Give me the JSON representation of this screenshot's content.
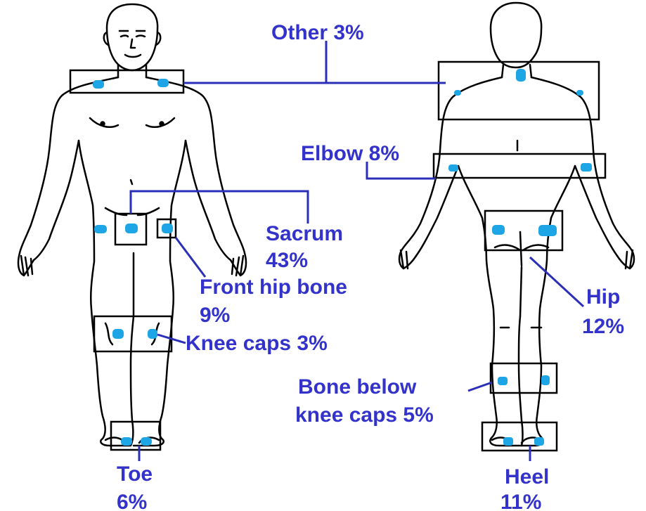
{
  "labels": {
    "other": "Other 3%",
    "elbow": "Elbow 8%",
    "sacrum_line1": "Sacrum",
    "sacrum_line2": "43%",
    "front_hip_line1": "Front hip bone",
    "front_hip_line2": "9%",
    "knee_caps": "Knee caps 3%",
    "hip_line1": "Hip",
    "hip_line2": "12%",
    "bone_below_line1": "Bone below",
    "bone_below_line2": "knee caps 5%",
    "toe_line1": "Toe",
    "toe_line2": "6%",
    "heel_line1": "Heel",
    "heel_line2": "11%"
  },
  "colors": {
    "label": "#3333cc",
    "connector": "#2b2fb8",
    "spot": "#1ea5e6",
    "outline": "#000000",
    "background": "#ffffff"
  }
}
